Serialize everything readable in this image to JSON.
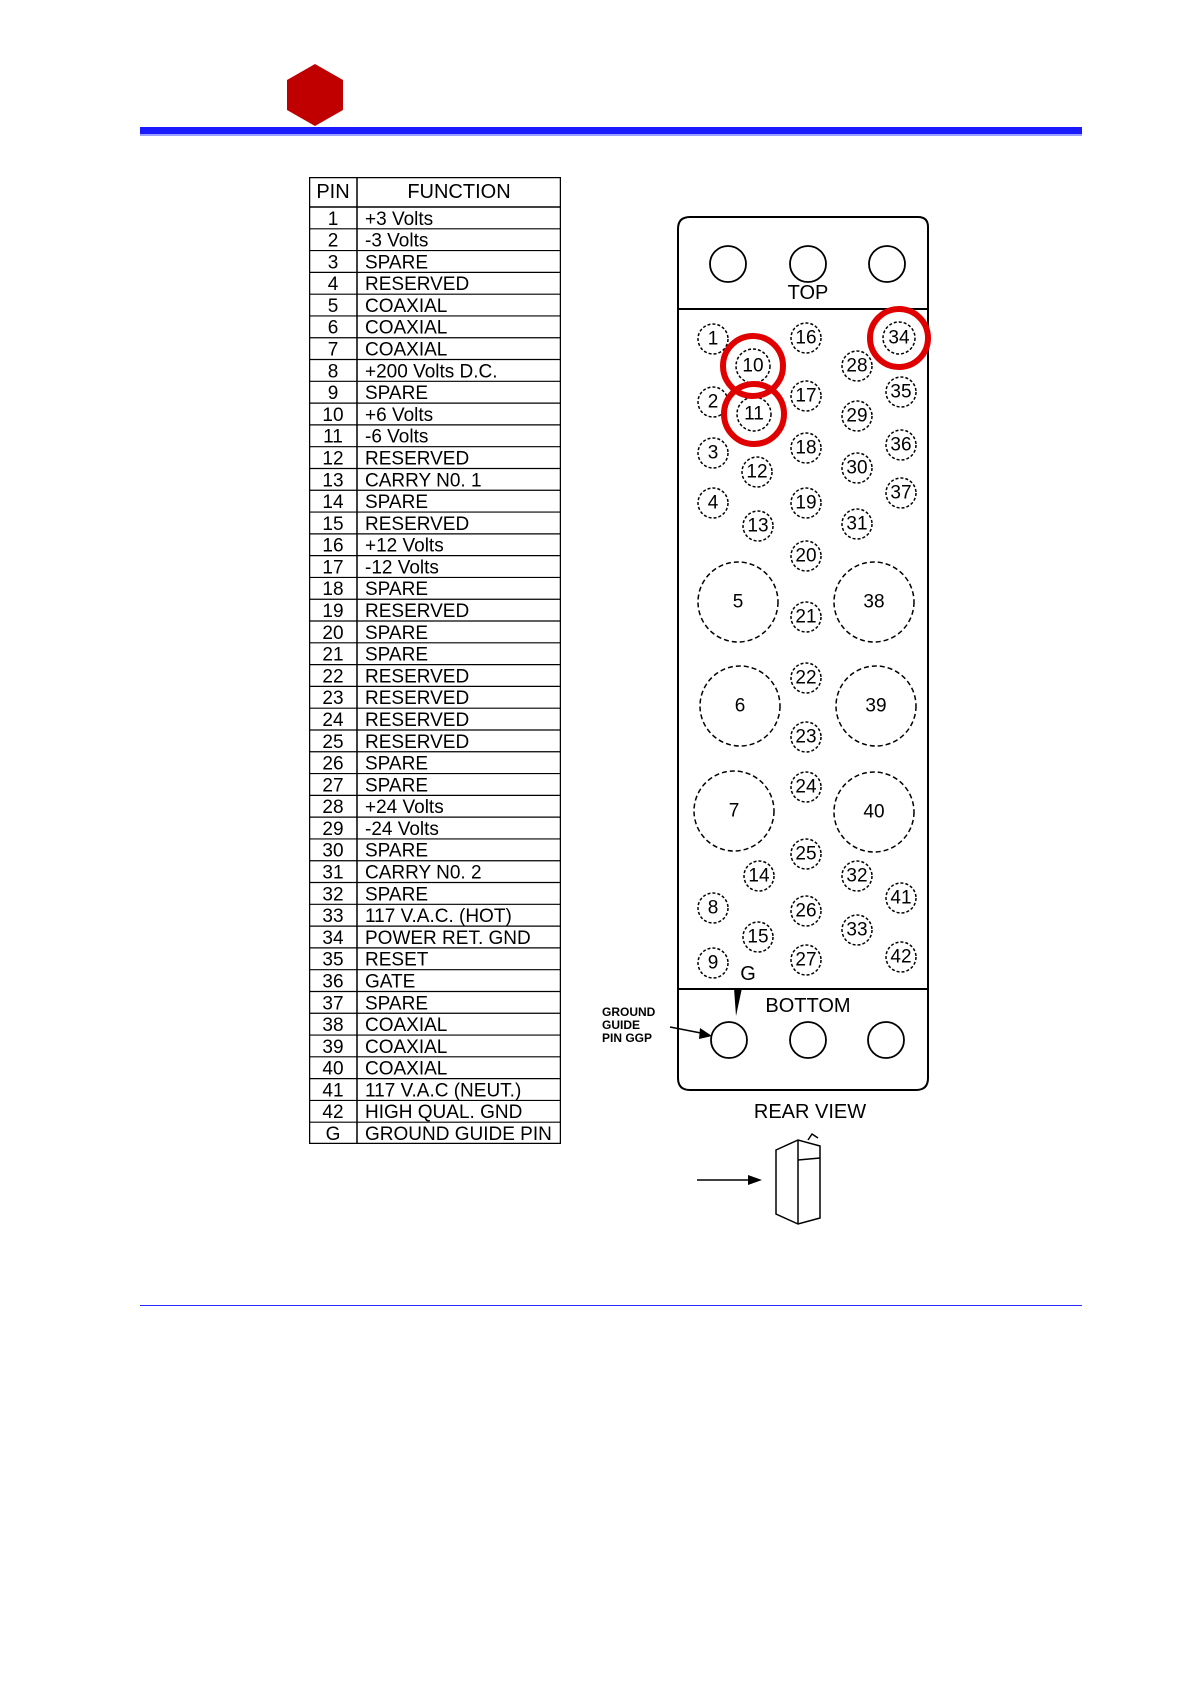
{
  "colors": {
    "accent": "#1a1aff",
    "logo": "#c00000",
    "highlight": "#e00000"
  },
  "table": {
    "header": {
      "pin": "PIN",
      "function": "FUNCTION"
    },
    "rows": [
      {
        "pin": "1",
        "function": "+3 Volts"
      },
      {
        "pin": "2",
        "function": "-3 Volts"
      },
      {
        "pin": "3",
        "function": "SPARE"
      },
      {
        "pin": "4",
        "function": "RESERVED"
      },
      {
        "pin": "5",
        "function": "COAXIAL"
      },
      {
        "pin": "6",
        "function": "COAXIAL"
      },
      {
        "pin": "7",
        "function": "COAXIAL"
      },
      {
        "pin": "8",
        "function": "+200 Volts D.C."
      },
      {
        "pin": "9",
        "function": "SPARE"
      },
      {
        "pin": "10",
        "function": "+6 Volts"
      },
      {
        "pin": "11",
        "function": "-6 Volts"
      },
      {
        "pin": "12",
        "function": "RESERVED"
      },
      {
        "pin": "13",
        "function": "CARRY N0. 1"
      },
      {
        "pin": "14",
        "function": "SPARE"
      },
      {
        "pin": "15",
        "function": "RESERVED"
      },
      {
        "pin": "16",
        "function": "+12 Volts"
      },
      {
        "pin": "17",
        "function": "-12 Volts"
      },
      {
        "pin": "18",
        "function": "SPARE"
      },
      {
        "pin": "19",
        "function": "RESERVED"
      },
      {
        "pin": "20",
        "function": "SPARE"
      },
      {
        "pin": "21",
        "function": "SPARE"
      },
      {
        "pin": "22",
        "function": "RESERVED"
      },
      {
        "pin": "23",
        "function": "RESERVED"
      },
      {
        "pin": "24",
        "function": "RESERVED"
      },
      {
        "pin": "25",
        "function": "RESERVED"
      },
      {
        "pin": "26",
        "function": "SPARE"
      },
      {
        "pin": "27",
        "function": "SPARE"
      },
      {
        "pin": "28",
        "function": "+24 Volts"
      },
      {
        "pin": "29",
        "function": "-24 Volts"
      },
      {
        "pin": "30",
        "function": "SPARE"
      },
      {
        "pin": "31",
        "function": "CARRY N0. 2"
      },
      {
        "pin": "32",
        "function": "SPARE"
      },
      {
        "pin": "33",
        "function": "117 V.A.C. (HOT)"
      },
      {
        "pin": "34",
        "function": "POWER RET. GND"
      },
      {
        "pin": "35",
        "function": "RESET"
      },
      {
        "pin": "36",
        "function": "GATE"
      },
      {
        "pin": "37",
        "function": "SPARE"
      },
      {
        "pin": "38",
        "function": "COAXIAL"
      },
      {
        "pin": "39",
        "function": "COAXIAL"
      },
      {
        "pin": "40",
        "function": "COAXIAL"
      },
      {
        "pin": "41",
        "function": "117 V.A.C (NEUT.)"
      },
      {
        "pin": "42",
        "function": "HIGH QUAL. GND"
      },
      {
        "pin": "G",
        "function": "GROUND GUIDE PIN"
      }
    ]
  },
  "connector": {
    "top_label": "TOP",
    "bottom_label": "BOTTOM",
    "view_label": "REAR VIEW",
    "guide_label_lines": [
      "GROUND",
      "GUIDE",
      "PIN GGP"
    ],
    "guide_pin_label": "G",
    "highlighted_pins": [
      "10",
      "11",
      "34"
    ],
    "pins": [
      "1",
      "2",
      "3",
      "4",
      "5",
      "6",
      "7",
      "8",
      "9",
      "10",
      "11",
      "12",
      "13",
      "14",
      "15",
      "16",
      "17",
      "18",
      "19",
      "20",
      "21",
      "22",
      "23",
      "24",
      "25",
      "26",
      "27",
      "28",
      "29",
      "30",
      "31",
      "32",
      "33",
      "34",
      "35",
      "36",
      "37",
      "38",
      "39",
      "40",
      "41",
      "42"
    ]
  }
}
